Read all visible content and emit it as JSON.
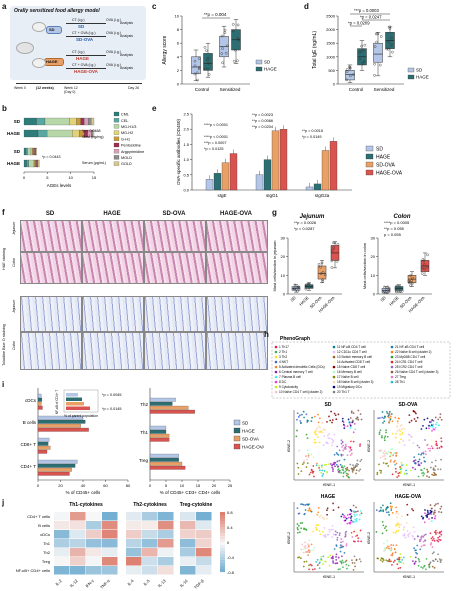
{
  "panels": {
    "a": {
      "letter": "a",
      "title": "Orally sensitized food allergy model",
      "groups": [
        "SD",
        "HAGE"
      ],
      "arms": [
        {
          "group": "SD",
          "label": "SD",
          "text": "CT (i.g.)"
        },
        {
          "group": "SD",
          "label": "SD-OVA",
          "text": "CT + OVA (i.g.)"
        },
        {
          "group": "HAGE",
          "label": "HAGE",
          "text": "CT (i.g.)"
        },
        {
          "group": "HAGE",
          "label": "HAGE-OVA",
          "text": "CT + OVA (i.g.)"
        }
      ],
      "ova_ig": "OVA (i.g.)",
      "analysis": "Analysis",
      "timeline": [
        "Week 0",
        "(12 weeks)",
        "Week 12\n(Day 0)",
        "Day 26"
      ]
    },
    "b": {
      "letter": "b",
      "xlabel": "AGEs levels",
      "ticks": [
        "0",
        "5",
        "10",
        "15"
      ],
      "rows": [
        "SD",
        "HAGE",
        "SD",
        "HAGE"
      ],
      "stool_label": "Stool (ng/mg)",
      "serum_label": "Serum (μg/mL)",
      "p_stool": "*p = 0.0468",
      "p_serum": "*p = 0.0443",
      "legend": [
        {
          "name": "CML",
          "color": "#2e7d7a"
        },
        {
          "name": "CEL",
          "color": "#5aa6a0"
        },
        {
          "name": "MG-H1/3",
          "color": "#b7d7a8"
        },
        {
          "name": "MG-H2",
          "color": "#e2d27a"
        },
        {
          "name": "G-H1",
          "color": "#c49a3c"
        },
        {
          "name": "Pentosidine",
          "color": "#9e2f52"
        },
        {
          "name": "Argpyrimidine",
          "color": "#d7a1b8"
        },
        {
          "name": "MOLD",
          "color": "#8c8c8c"
        },
        {
          "name": "GOLD",
          "color": "#d6c98e"
        }
      ]
    },
    "c": {
      "letter": "c",
      "ylabel": "Allergy score",
      "yticks": [
        "0",
        "2",
        "4",
        "6",
        "8",
        "10"
      ],
      "categories": [
        "Control",
        "Sensitized"
      ],
      "p": "**p = 0.004",
      "legend": [
        "SD",
        "HAGE"
      ]
    },
    "d": {
      "letter": "d",
      "ylabel": "Total IgE (ng/mL)",
      "yticks": [
        "0",
        "500",
        "1000",
        "1500",
        "2000",
        "2500"
      ],
      "categories": [
        "Control",
        "Sensitized"
      ],
      "p": [
        "***p = 0.0003",
        "*p = 0.0247",
        "*p = 0.0209"
      ],
      "legend": [
        "SD",
        "HAGE"
      ]
    },
    "e": {
      "letter": "e",
      "ylabel": "OVA-specific antibodies (OD450)",
      "yticks": [
        "0.0",
        "0.5",
        "1.0",
        "1.5",
        "2.0",
        "2.5"
      ],
      "categories": [
        "sIgE",
        "sIgG1",
        "sIgG2a"
      ],
      "p": [
        "****p < 0.0001",
        "**p = 0.0023",
        "**p = 0.0066",
        "**p = 0.0204",
        "****p < 0.0001",
        "***p = 0.0007",
        "*p = 0.0125",
        "**p = 0.0015",
        "*p = 0.0149"
      ],
      "legend": [
        {
          "name": "SD",
          "color": "#b3c6e7"
        },
        {
          "name": "HAGE",
          "color": "#2c6e72"
        },
        {
          "name": "SD-OVA",
          "color": "#e9a067"
        },
        {
          "name": "HAGE-OVA",
          "color": "#d9534f"
        }
      ]
    },
    "f": {
      "letter": "f",
      "cols": [
        "SD",
        "HAGE",
        "SD-OVA",
        "HAGE-OVA"
      ],
      "rows": [
        "Jejunum",
        "Colon",
        "Jejunum",
        "Colon"
      ],
      "stains": [
        "H&E staining",
        "Toluidine Blue O staining"
      ]
    },
    "g": {
      "letter": "g",
      "titles": [
        "Jejunum",
        "Colon"
      ],
      "ylabels": [
        "Mast cells/section in jejunum",
        "Mast cells/section in colon"
      ],
      "yticks": [
        "0",
        "10",
        "20",
        "30"
      ],
      "xcats": [
        "SD",
        "HAGE",
        "SD-OVA",
        "HAGE-OVA"
      ],
      "p_jejunum": [
        "**p = 0.0026",
        "*p = 0.0287"
      ],
      "p_colon": [
        "****p = 0.0005",
        "**p = 0.055",
        "p = 0.055"
      ]
    },
    "h": {
      "letter": "h",
      "title": "PhenoGraph",
      "groups": [
        "SD",
        "SD-OVA",
        "HAGE",
        "HAGE-OVA"
      ],
      "xlabel": "tSNE-1",
      "ylabel": "tSNE-2",
      "clusters": [
        "1 Th17",
        "2 Th1",
        "3 Th2",
        "4 NKT",
        "5 Activated dendritic Cells (DCs)",
        "6 Central memory T cell",
        "7 Plasma B cell",
        "8 DC",
        "9 Cytotoxicity",
        "10 Naïve CD4 T cell (cluster 2)",
        "11 NF-κB CD4 T cell",
        "12 CD11c CD4 T cell",
        "13 Switch memory B cell",
        "14 Activated CD8 T cell",
        "15 Naive CD8 T cell",
        "16 Memory B cell",
        "17 Naïve B cell",
        "18 Naïve B cell (cluster 3)",
        "19 Migratory DCs",
        "20 Th1 T",
        "21 NF-κB CD4 T cell",
        "22 Naïve B cell (cluster 2)",
        "23 MyD88 CD4 T cell",
        "24 ICR1 CD4 T cell",
        "25 ICR2 CD4 T cell",
        "26 Naïve CD4 T cell (cluster 3)",
        "27 Treg",
        "28 Th1"
      ]
    },
    "i": {
      "letter": "i",
      "cats_left": [
        "cDCs",
        "B cells",
        "CD8+ T",
        "CD4+ T"
      ],
      "xlabel_left": "% of CD45+ cells",
      "xticks_left": [
        "0",
        "20",
        "40",
        "60",
        "80"
      ],
      "inset_label": "NF-κB of CD4+ T",
      "inset_xlabel": "% of parent population",
      "inset_p": [
        "*p = 0.0045",
        "*p = 0.0145"
      ],
      "cats_right": [
        "Th2",
        "Th1",
        "Treg"
      ],
      "xlabel_right": "% of CD45+ CD3+ CD4+ cells",
      "xticks_right": [
        "0",
        "5",
        "10",
        "15",
        "20",
        "25"
      ],
      "legend": [
        "SD",
        "HAGE",
        "SD-OVA",
        "HAGE-OVA"
      ]
    },
    "j": {
      "letter": "j",
      "blocks": [
        "Th1-cytokines",
        "Th2-cytokines",
        "Treg-cytokine"
      ],
      "rows": [
        "CD4+ T cells",
        "B cells",
        "cDCs",
        "Th1",
        "Th2",
        "Treg",
        "NF-κB+ CD4+ cells"
      ],
      "cols1": [
        "IL-2",
        "IL-12",
        "IFN-γ",
        "TNF-α"
      ],
      "cols2": [
        "IL-4",
        "IL-5",
        "IL-13"
      ],
      "cols3": [
        "IL-10",
        "TGF-β"
      ],
      "scale": [
        "0.8",
        "0.4",
        "0",
        "-0.4",
        "-0.8"
      ]
    }
  }
}
